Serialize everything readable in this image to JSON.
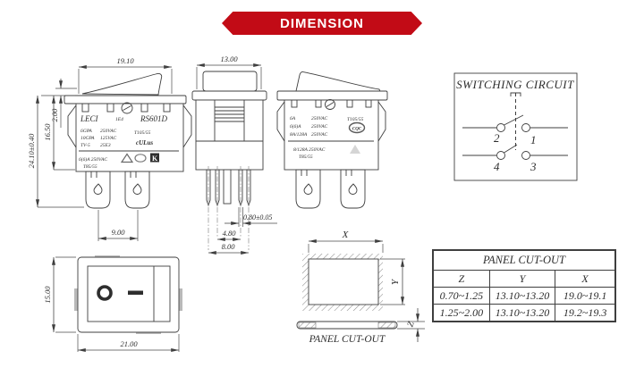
{
  "banner": {
    "label": "DIMENSION",
    "color": "#c20b16"
  },
  "front_view": {
    "dim_width": "19.10",
    "dim_rocker_height": "2.00",
    "dim_body_height": "16.50",
    "dim_total_height": "24.10±0.40",
    "dim_terminal_pitch": "9.00",
    "brand": "LECI",
    "series": "1E4",
    "model": "RS601D",
    "row1_left": "6GPA",
    "row1_right": "250VAC",
    "temp1": "T105/55",
    "row2_left": "10GPA",
    "row2_right": "125VAC",
    "ul_mark": "cULus",
    "row3_left": "TV-5",
    "row3_right": "25E3",
    "row4": "6(6)A 250VAC",
    "kc_mark": "K",
    "temp2": "T85/55"
  },
  "side_view": {
    "dim_width": "13.00",
    "dim_pin_inner": "4.80",
    "dim_pin_outer": "8.00",
    "dim_pin_thickness": "0.80±0.05"
  },
  "front_view_2": {
    "row1_left": "6A",
    "row1_right": "250VAC",
    "temp1": "T105/55",
    "row2_left": "6(6)A",
    "row2_right": "250VAC",
    "cqc_mark": "CQC",
    "row3_left": "8A/128A",
    "row3_right": "250VAC",
    "row4": "8/128A 250VAC",
    "temp2": "T85/55"
  },
  "circuit": {
    "title": "SWITCHING CIRCUIT",
    "terminal_1": "1",
    "terminal_2": "2",
    "terminal_3": "3",
    "terminal_4": "4"
  },
  "face_view": {
    "dim_height": "15.00",
    "dim_width": "21.00"
  },
  "cutout_view": {
    "dim_x": "X",
    "dim_y": "Y",
    "dim_z": "Z",
    "caption": "PANEL CUT-OUT"
  },
  "table": {
    "title": "PANEL CUT-OUT",
    "columns": [
      "Z",
      "Y",
      "X"
    ],
    "rows": [
      [
        "0.70~1.25",
        "13.10~13.20",
        "19.0~19.1"
      ],
      [
        "1.25~2.00",
        "13.10~13.20",
        "19.2~19.3"
      ]
    ]
  }
}
